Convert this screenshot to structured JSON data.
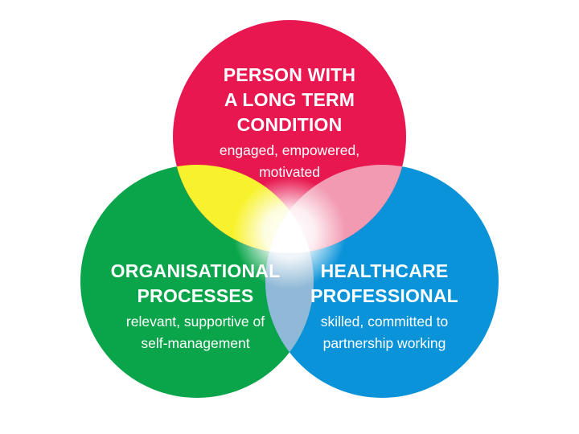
{
  "colors": {
    "top_circle": "#e8174f",
    "left_circle": "#0aa54a",
    "right_circle": "#0a93d9",
    "overlap_top_left": "#f8f22e",
    "overlap_top_right": "#f29ab2",
    "overlap_left_right": "#8fb9d6",
    "center": "#ffffff"
  },
  "circles": {
    "top": {
      "title_lines": [
        "PERSON WITH",
        "A LONG TERM",
        "CONDITION"
      ],
      "desc_lines": [
        "engaged, empowered,",
        "motivated"
      ]
    },
    "left": {
      "title_lines": [
        "ORGANISATIONAL",
        "PROCESSES"
      ],
      "desc_lines": [
        "relevant, supportive of",
        "self-management"
      ]
    },
    "right": {
      "title_lines": [
        "HEALTHCARE",
        "PROFESSIONAL"
      ],
      "desc_lines": [
        "skilled, committed to",
        "partnership working"
      ]
    }
  }
}
